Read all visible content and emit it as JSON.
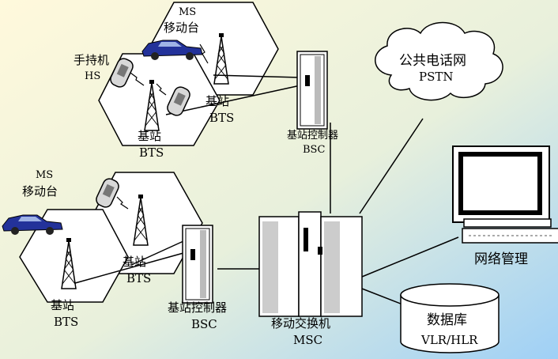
{
  "colors": {
    "bg_from": "#fff8d8",
    "bg_to": "#a8d6f8",
    "line": "#000000",
    "car": "#23329a",
    "monitor_screen": "#ffffff"
  },
  "labels": {
    "ms_top": "MS",
    "ms_top_cn": "移动台",
    "hs_cn": "手持机",
    "hs": "HS",
    "bts_cn": "基站",
    "bts": "BTS",
    "bsc_cn": "基站控制器",
    "bsc": "BSC",
    "pstn_cn": "公共电话网",
    "pstn": "PSTN",
    "ms_left": "MS",
    "ms_left_cn": "移动台",
    "msc_cn": "移动交换机",
    "msc": "MSC",
    "netmgmt_cn": "网络管理",
    "db_cn": "数据库",
    "db": "VLR/HLR"
  },
  "icons": [
    "car-icon",
    "handset-icon",
    "antenna-tower-icon",
    "server-cabinet-icon",
    "cloud-icon",
    "monitor-icon",
    "database-cylinder-icon"
  ]
}
